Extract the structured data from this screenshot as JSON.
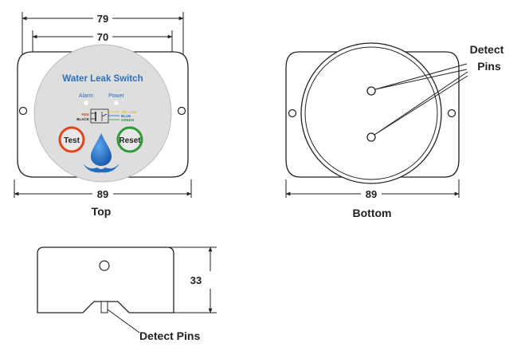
{
  "top_view": {
    "caption": "Top",
    "dim_overall": "79",
    "dim_holes": "70",
    "dim_width": "89",
    "device_title": "Water Leak Switch",
    "led_alarm": "Alarm",
    "led_power": "Power",
    "wire_red": "RED",
    "wire_black": "BLACK",
    "wire_yellow": "YELLOW",
    "wire_blue": "BLUE",
    "wire_green": "GREEN",
    "test_button": "Test",
    "reset_button": "Reset"
  },
  "bottom_view": {
    "caption": "Bottom",
    "dim_width": "89",
    "pins_label_line1": "Detect",
    "pins_label_line2": "Pins"
  },
  "side_view": {
    "dim_height": "33",
    "pins_label": "Detect Pins"
  },
  "colors": {
    "line": "#222222",
    "title_blue": "#2e6fb7",
    "test_ring": "#e0451e",
    "reset_ring": "#2e9a3a",
    "drop_blue": "#1f6cc4",
    "face_gray": "#dedede"
  }
}
